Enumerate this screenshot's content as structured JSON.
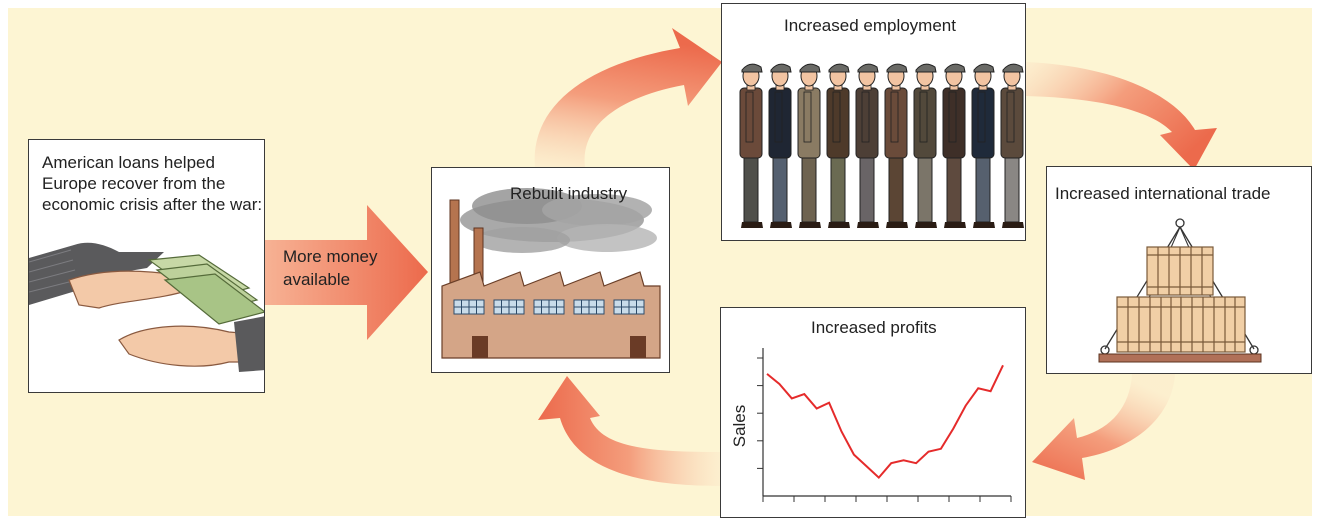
{
  "intro_text": "American loans helped Europe recover from the economic crisis after the war:",
  "arrow_label_line1": "More money",
  "arrow_label_line2": "available",
  "industry_caption": "Rebuilt industry",
  "employment_caption": "Increased employment",
  "trade_caption": "Increased international trade",
  "profits_caption": "Increased profits",
  "sales_axis_label": "Sales",
  "colors": {
    "background": "#fdf5d3",
    "arrow": "#ec6a4c",
    "sales_line": "#e52b2b",
    "factory_wall": "#d4a587",
    "crate": "#f1cfa6"
  },
  "workers": [
    {
      "coat": "#6b4a3a",
      "trousers": "#4f4f4a"
    },
    {
      "coat": "#1f2633",
      "trousers": "#556070"
    },
    {
      "coat": "#8a7b63",
      "trousers": "#6e6350"
    },
    {
      "coat": "#4e3a2a",
      "trousers": "#6a6a52"
    },
    {
      "coat": "#4d3f36",
      "trousers": "#696466"
    },
    {
      "coat": "#6a4b3a",
      "trousers": "#5b4534"
    },
    {
      "coat": "#52493b",
      "trousers": "#7b7569"
    },
    {
      "coat": "#3e2f28",
      "trousers": "#5e4a3e"
    },
    {
      "coat": "#1f2a3a",
      "trousers": "#56606e"
    },
    {
      "coat": "#5b4a3c",
      "trousers": "#8a8784"
    }
  ],
  "chart_data": {
    "type": "line",
    "title": "Increased profits",
    "xlabel": "",
    "ylabel": "Sales",
    "x": [
      0,
      1,
      2,
      3,
      4,
      5,
      6,
      7,
      8,
      9,
      10,
      11,
      12,
      13,
      14,
      15,
      16,
      17,
      18,
      19
    ],
    "series": [
      {
        "values": [
          82,
          75,
          65,
          68,
          58,
          62,
          42,
          26,
          18,
          10,
          20,
          22,
          20,
          28,
          30,
          44,
          60,
          72,
          70,
          88
        ]
      }
    ],
    "ylim": [
      0,
      100
    ],
    "x_ticks": 9,
    "y_ticks": 5,
    "grid": false
  }
}
